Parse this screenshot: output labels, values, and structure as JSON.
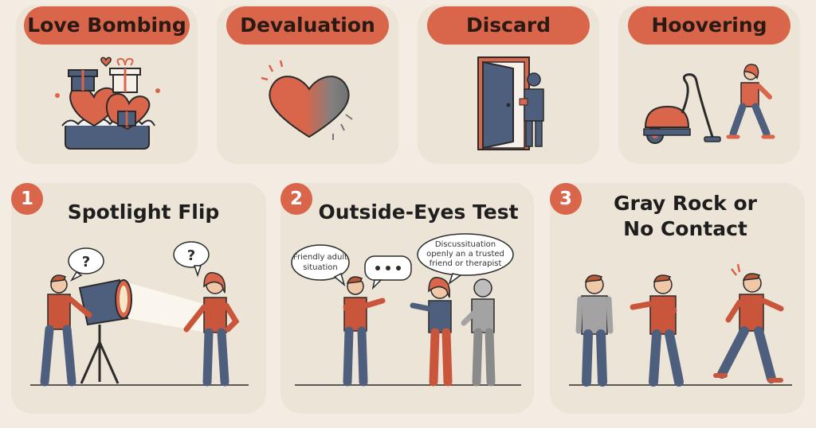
{
  "stages": [
    {
      "label": "Love Bombing",
      "icon": "heart-gifts-icon"
    },
    {
      "label": "Devaluation",
      "icon": "fading-heart-icon"
    },
    {
      "label": "Discard",
      "icon": "door-exit-icon"
    },
    {
      "label": "Hoovering",
      "icon": "vacuum-person-icon"
    }
  ],
  "strategies": [
    {
      "number": "1",
      "title": "Spotlight Flip",
      "bubble_left": "?",
      "bubble_right": "?"
    },
    {
      "number": "2",
      "title": "Outside-Eyes Test",
      "bubble_left_line1": "Friendly adult",
      "bubble_left_line2": "situation",
      "bubble_right_line1": "Discussituation",
      "bubble_right_line2": "openly an a trusted",
      "bubble_right_line3": "friend or therapist"
    },
    {
      "number": "3",
      "title_line1": "Gray Rock or",
      "title_line2": "No Contact"
    }
  ],
  "colors": {
    "accent": "#d9654a",
    "card": "#ece4d7",
    "shirt": "#c9553a",
    "pants": "#4e5f7d",
    "gray": "#9a9a9a"
  }
}
